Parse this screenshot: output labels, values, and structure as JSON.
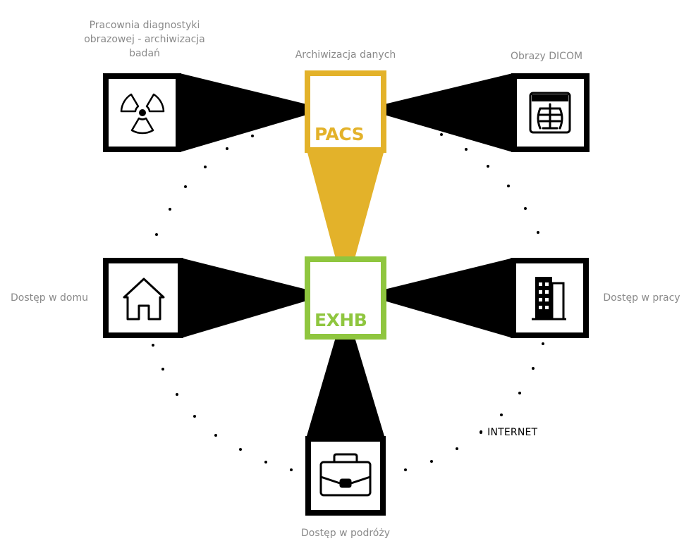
{
  "colors": {
    "pacs": "#e3b22a",
    "exhb": "#8fc63f",
    "node": "#000000",
    "label": "#8a8a8a"
  },
  "hubs": {
    "pacs": {
      "title": "PACS",
      "caption": "Archiwizacja danych"
    },
    "exhb": {
      "title": "EXHB"
    }
  },
  "nodes": {
    "radiology": {
      "label": "Pracownia diagnostyki obrazowej - archiwizacja badań",
      "icon": "radiation-icon"
    },
    "dicom": {
      "label": "Obrazy DICOM",
      "icon": "xray-icon"
    },
    "home": {
      "label": "Dostęp w domu",
      "icon": "house-icon"
    },
    "work": {
      "label": "Dostęp w pracy",
      "icon": "office-building-icon"
    },
    "travel": {
      "label": "Dostęp w podróży",
      "icon": "briefcase-icon"
    }
  },
  "network": {
    "label": "INTERNET"
  }
}
